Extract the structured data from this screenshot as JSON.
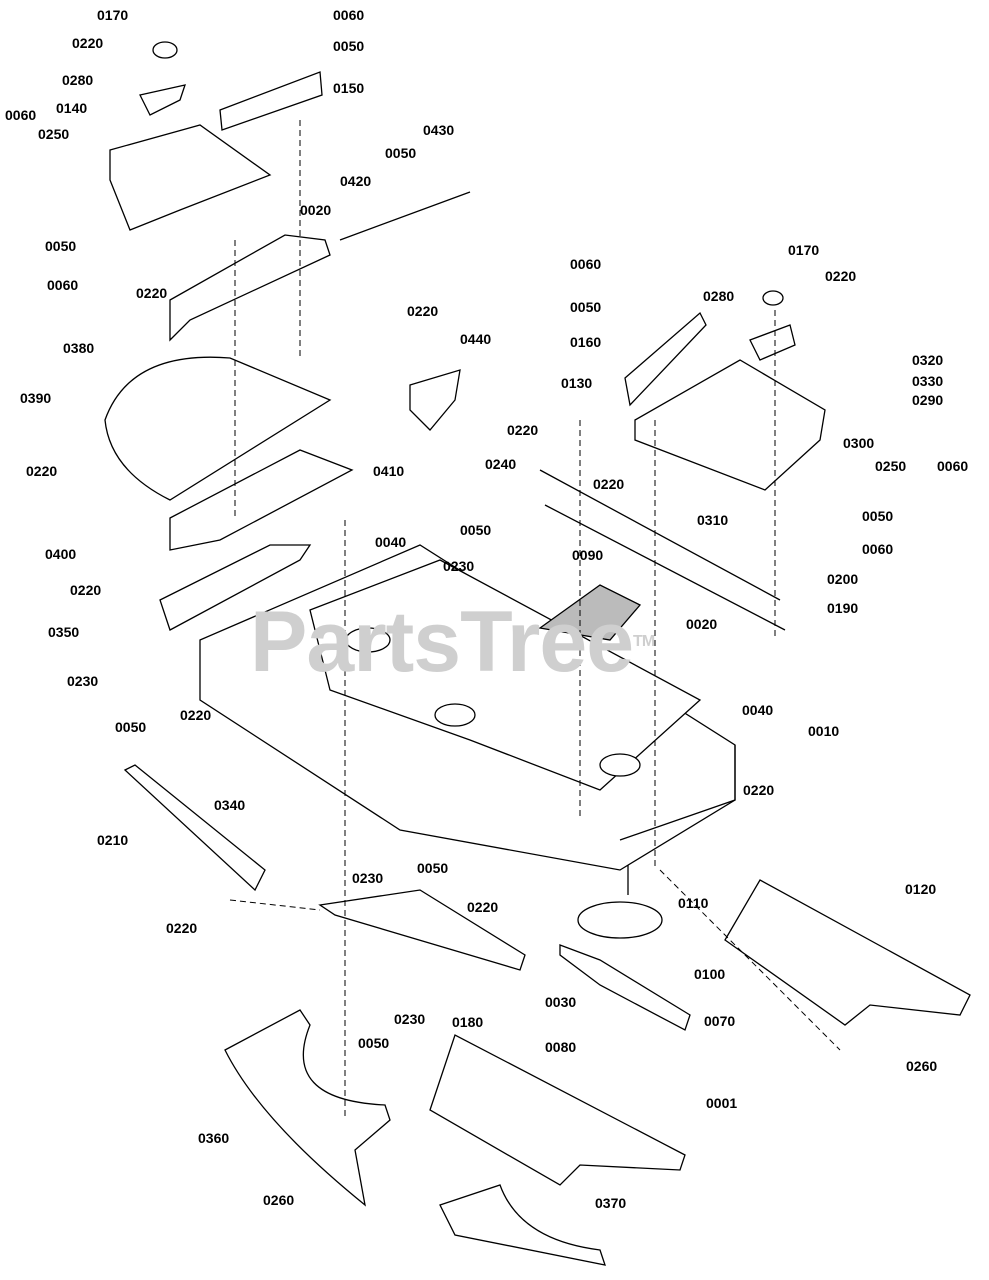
{
  "watermark": "PartsTree",
  "watermark_tm": "TM",
  "labels": [
    "0170",
    "0060",
    "0220",
    "0050",
    "0280",
    "0150",
    "0060",
    "0140",
    "0250",
    "0430",
    "0050",
    "0420",
    "0020",
    "0050",
    "0060",
    "0220",
    "0060",
    "0170",
    "0220",
    "0050",
    "0280",
    "0320",
    "0160",
    "0330",
    "0290",
    "0130",
    "0380",
    "0220",
    "0440",
    "0390",
    "0220",
    "0300",
    "0060",
    "0250",
    "0240",
    "0220",
    "0410",
    "0220",
    "0050",
    "0310",
    "0050",
    "0040",
    "0400",
    "0090",
    "0060",
    "0220",
    "0230",
    "0200",
    "0190",
    "0350",
    "0020",
    "0230",
    "0040",
    "0050",
    "0220",
    "0010",
    "0340",
    "0220",
    "0210",
    "0230",
    "0050",
    "0110",
    "0120",
    "0220",
    "0220",
    "0100",
    "0030",
    "0230",
    "0070",
    "0180",
    "0050",
    "0080",
    "0260",
    "0001",
    "0360",
    "0370",
    "0260"
  ]
}
